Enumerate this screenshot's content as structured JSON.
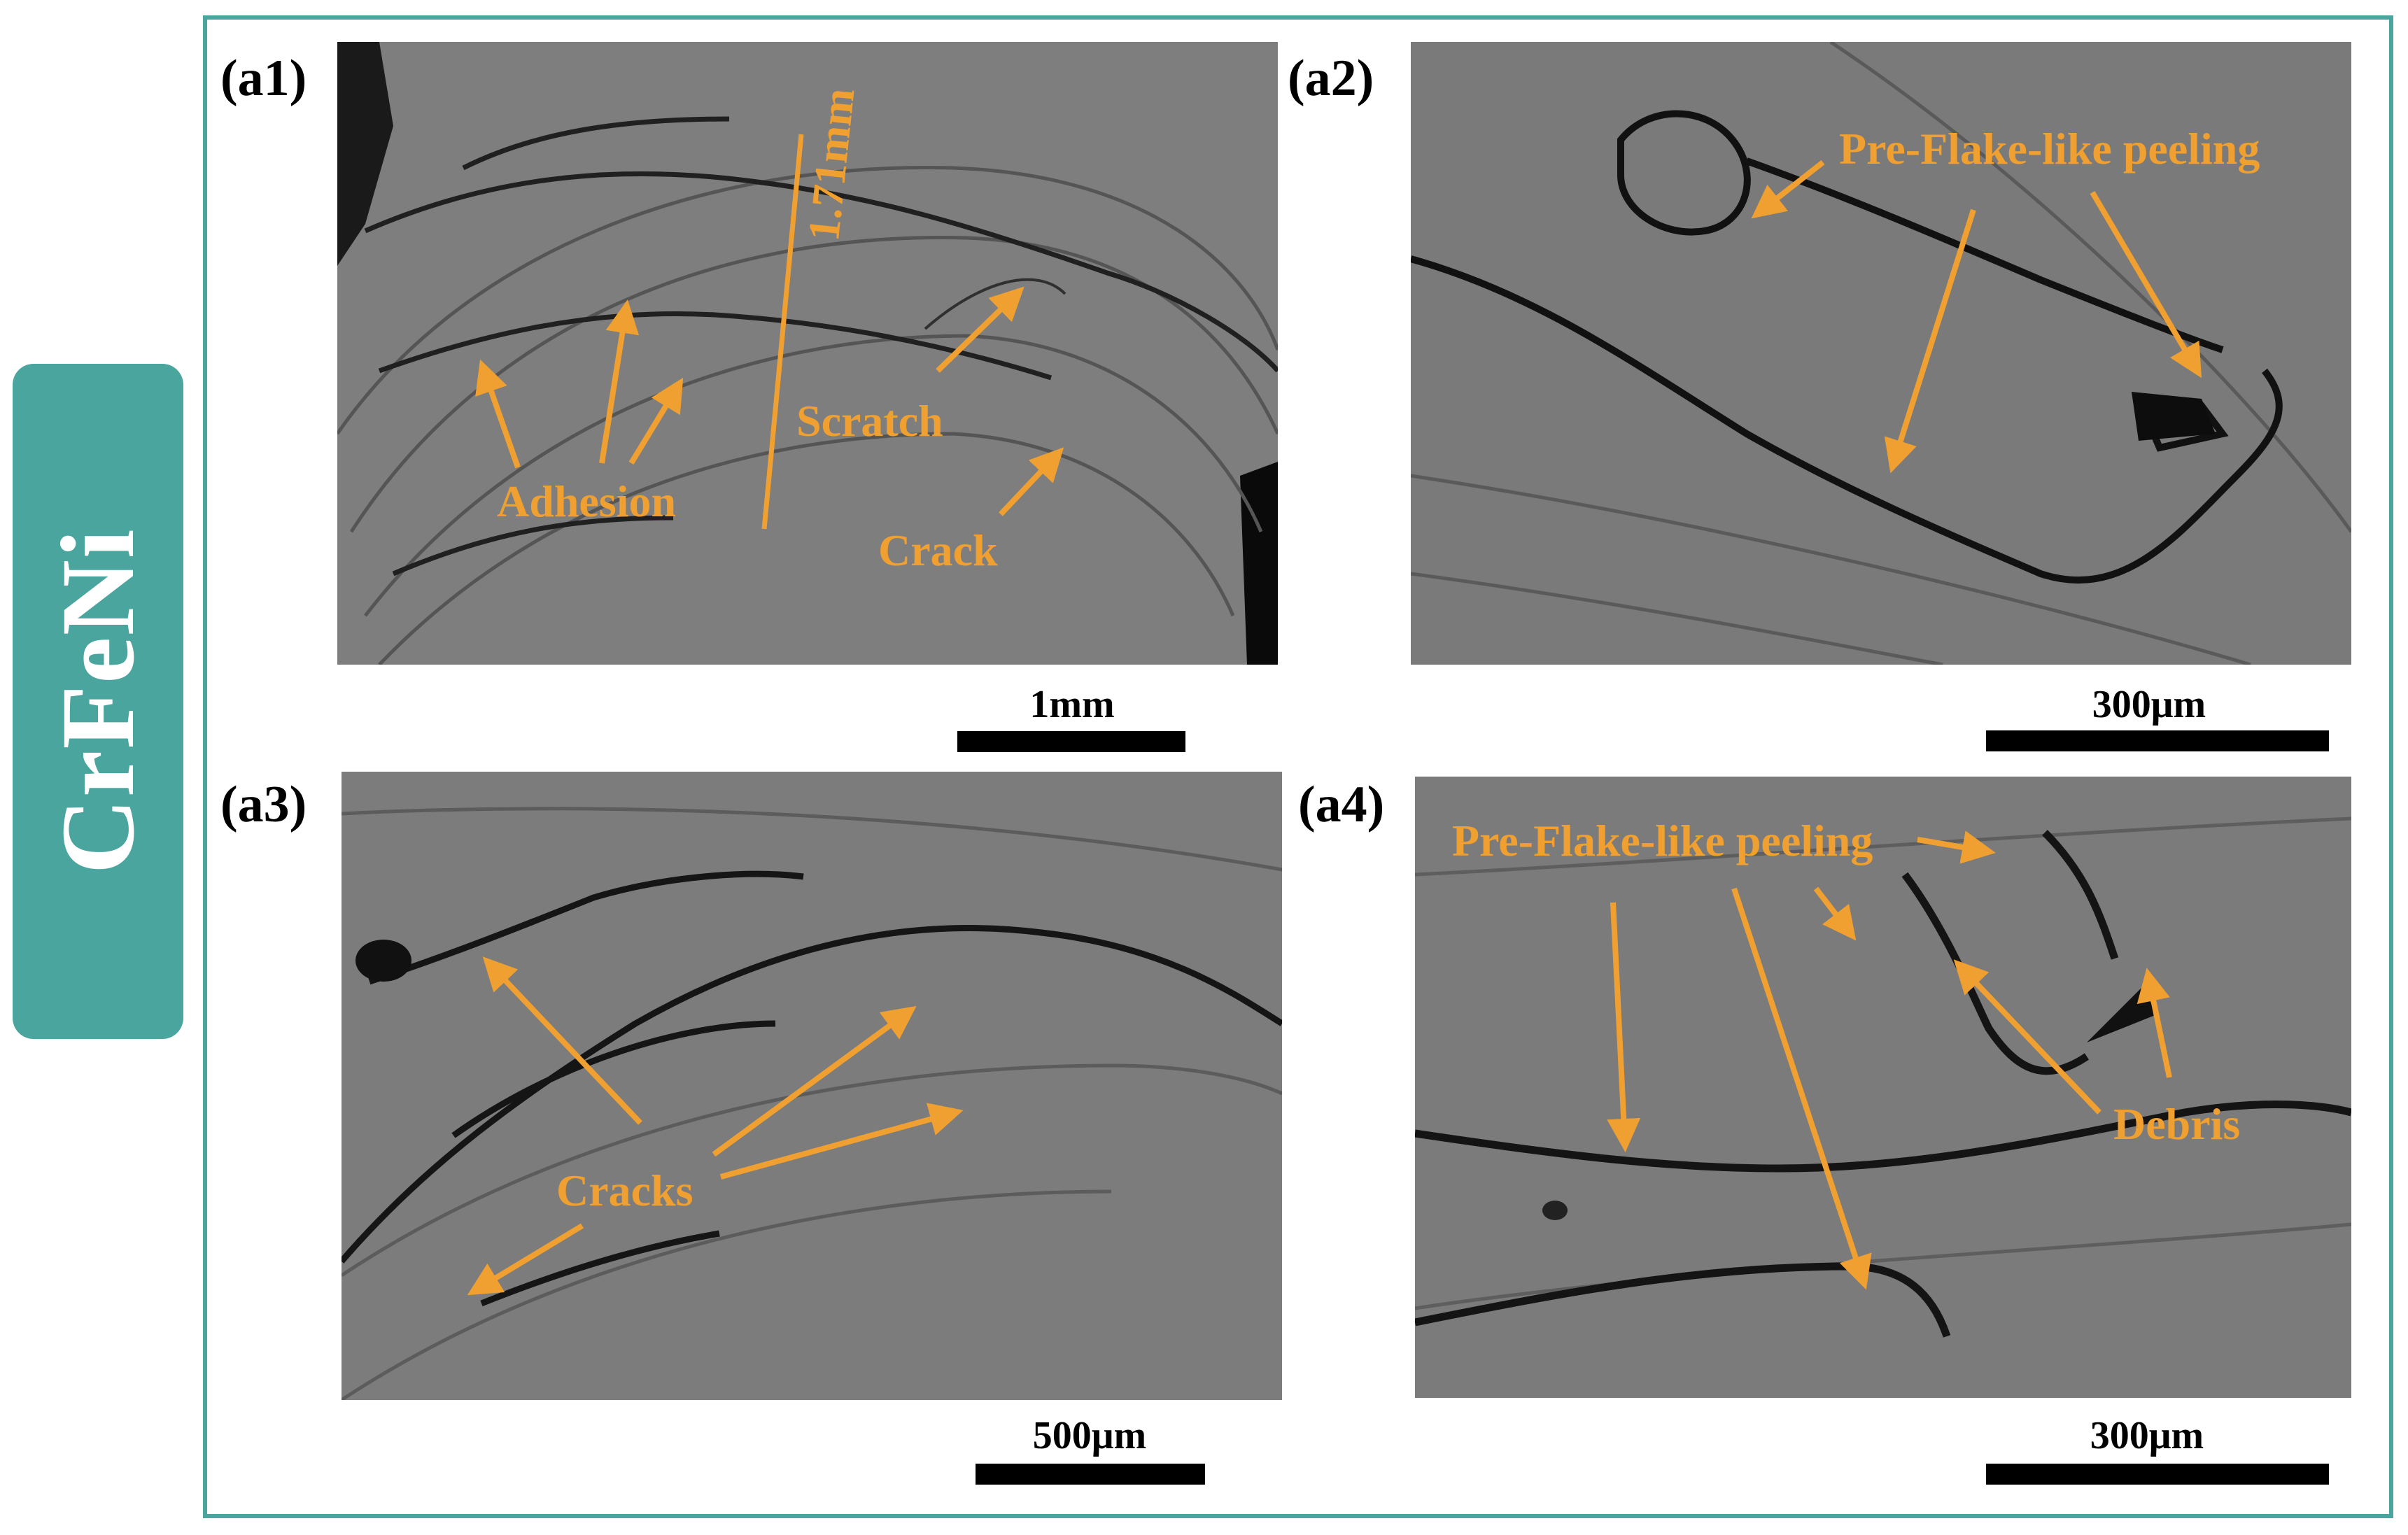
{
  "side_label": "CrFeNi",
  "colors": {
    "accent": "#4aa59e",
    "annotation": "#f0a030"
  },
  "panels": [
    {
      "label": "(a1)",
      "scale": "1mm",
      "annotations": [
        "Adhesion",
        "Scratch",
        "Crack",
        "1.71mm"
      ]
    },
    {
      "label": "(a2)",
      "scale": "300μm",
      "annotations": [
        "Pre-Flake-like peeling"
      ]
    },
    {
      "label": "(a3)",
      "scale": "500μm",
      "annotations": [
        "Cracks"
      ]
    },
    {
      "label": "(a4)",
      "scale": "300μm",
      "annotations": [
        "Pre-Flake-like peeling",
        "Debris"
      ]
    }
  ]
}
